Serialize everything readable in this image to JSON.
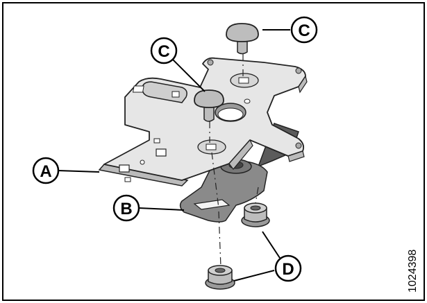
{
  "figure": {
    "number": "1024398",
    "callouts": {
      "a": "A",
      "b": "B",
      "c_top": "C",
      "c_left": "C",
      "d": "D"
    }
  },
  "colors": {
    "frame": "#000000",
    "plate_fill": "#e6e6e6",
    "plate_stroke": "#222222",
    "bracket_fill": "#8a8a8a",
    "bolt_fill": "#bdbdbd"
  }
}
